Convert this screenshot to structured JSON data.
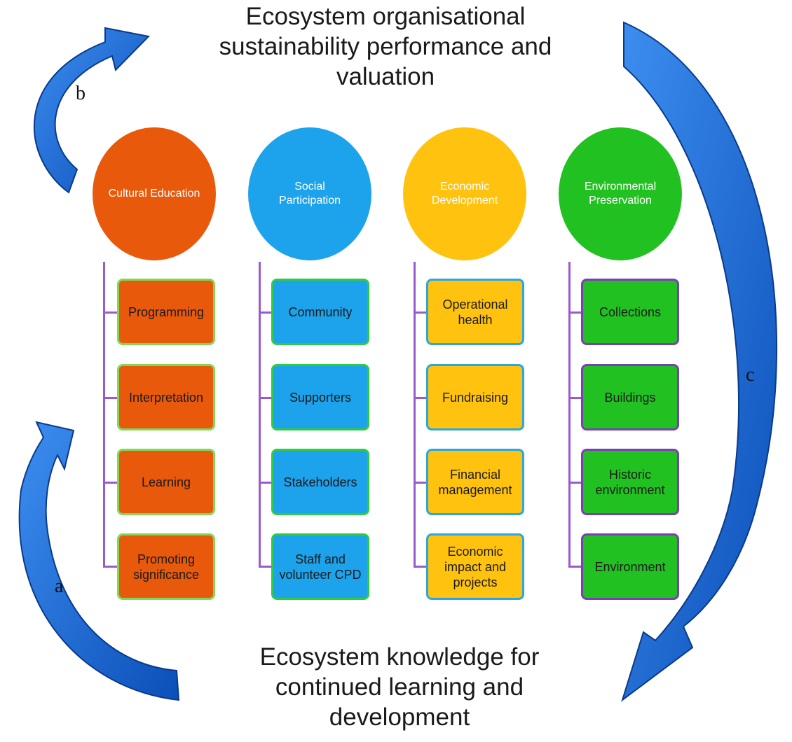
{
  "titles": {
    "top": "Ecosystem organisational sustainability performance and valuation",
    "bottom": "Ecosystem knowledge for continued learning and development"
  },
  "arrow_labels": {
    "a": "a",
    "b": "b",
    "c": "c"
  },
  "pillars": [
    {
      "name": "Cultural Education",
      "color": "#e8590c",
      "border": "#7ed957",
      "items": [
        "Programming",
        "Interpretation",
        "Learning",
        "Promoting significance"
      ]
    },
    {
      "name": "Social Participation",
      "color": "#1ca3ec",
      "border": "#2ecc40",
      "items": [
        "Community",
        "Supporters",
        "Stakeholders",
        "Staff and volunteer CPD"
      ]
    },
    {
      "name": "Economic Development",
      "color": "#ffc20e",
      "border": "#29a8e0",
      "items": [
        "Operational health",
        "Fundraising",
        "Financial management",
        "Economic impact and projects"
      ]
    },
    {
      "name": "Environmental Preservation",
      "color": "#22c122",
      "border": "#7b3fb5",
      "items": [
        "Collections",
        "Buildings",
        "Historic environment",
        "Environment"
      ]
    }
  ],
  "colors": {
    "arrow": "#1e6fd9",
    "connector": "#9b59d0"
  }
}
